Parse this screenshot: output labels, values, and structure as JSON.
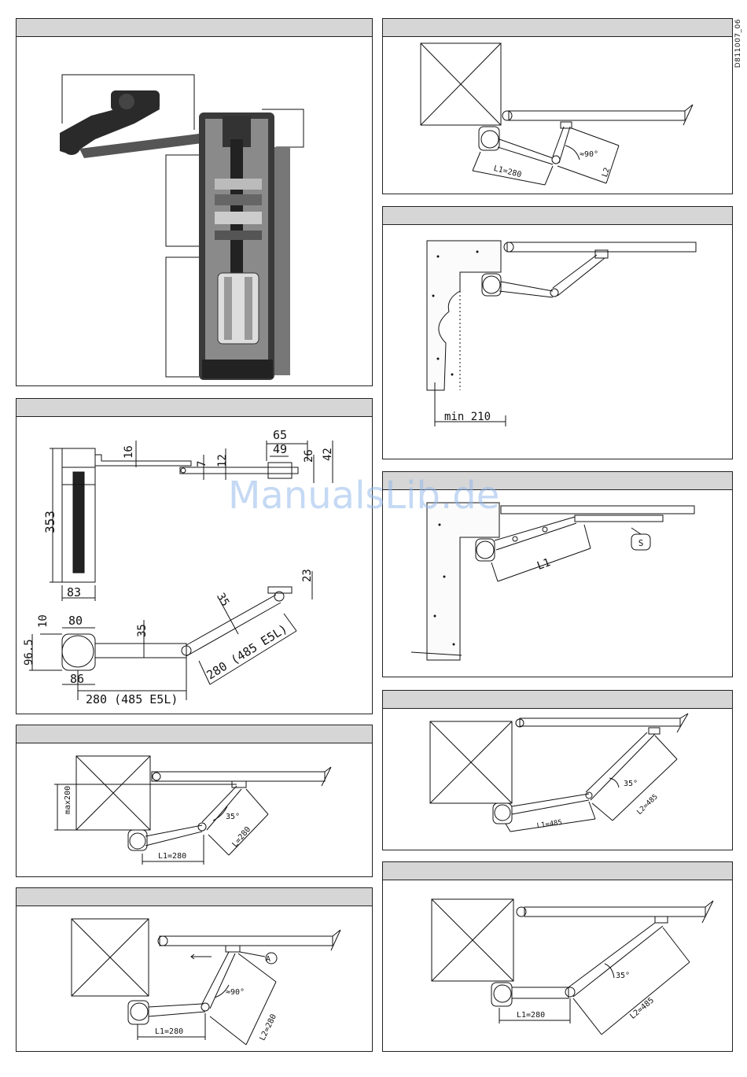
{
  "doc_code": "D811007_06",
  "watermark": "ManualsLib.de",
  "dimensions": {
    "d16": "16",
    "d7": "7",
    "d12": "12",
    "d65": "65",
    "d49": "49",
    "d26": "26",
    "d42": "42",
    "d353": "353",
    "d83": "83",
    "d10": "10",
    "d80": "80",
    "d96_5": "96.5",
    "d35a": "35",
    "d35b": "35",
    "d23": "23",
    "d86": "86",
    "arm_len_a": "280 (485 E5L)",
    "arm_len_b": "280 (485 E5L)"
  },
  "panel_lt": {
    "max_label": "max200",
    "angle": "35°",
    "l1": "L1=280",
    "l2": "L=280"
  },
  "panel_lb": {
    "marker": "A",
    "angle": "≈90°",
    "l1": "L1=280",
    "l2": "L2=280"
  },
  "panel_rt": {
    "angle": "≈90°",
    "l1": "L1=280",
    "l2": "L2"
  },
  "panel_rm1": {
    "min_label": "min 210"
  },
  "panel_rm2": {
    "marker": "S",
    "l1": "L1"
  },
  "panel_rm3": {
    "angle": "35°",
    "l1": "L1=485",
    "l2": "L2=485"
  },
  "panel_rb": {
    "angle": "35°",
    "l1": "L1=280",
    "l2": "L2=485"
  }
}
